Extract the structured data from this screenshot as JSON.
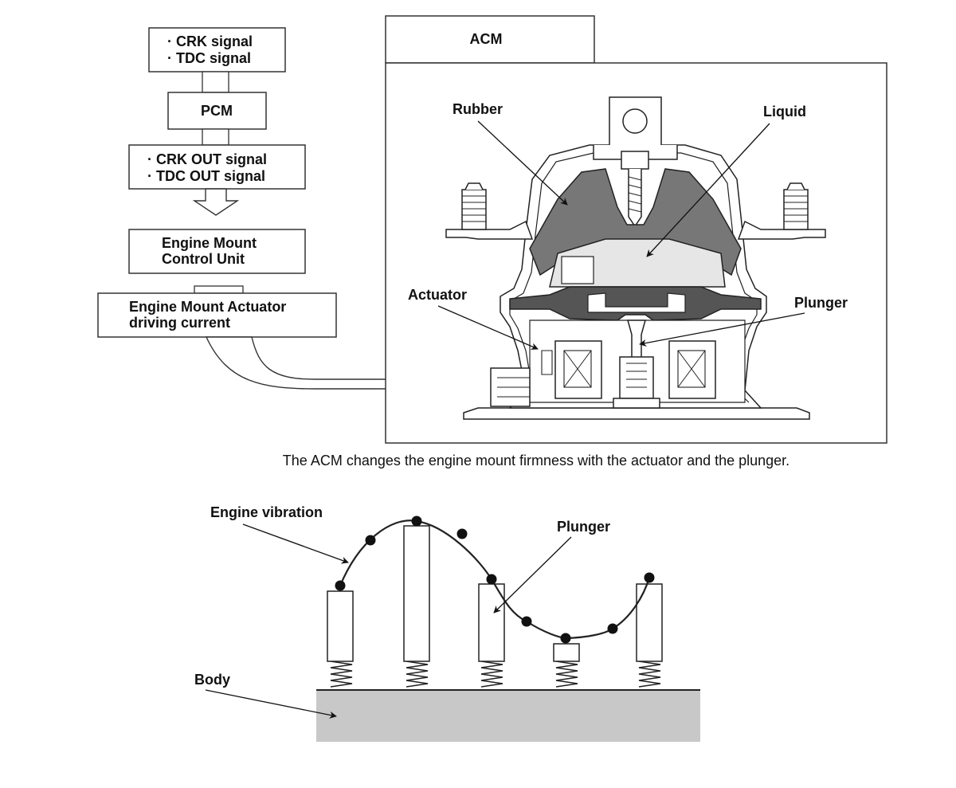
{
  "flowchart": {
    "signals_in": [
      "· CRK signal",
      "· TDC signal"
    ],
    "pcm": "PCM",
    "signals_out": [
      "· CRK OUT signal",
      "· TDC OUT signal"
    ],
    "control_unit": [
      "Engine Mount",
      "Control Unit"
    ],
    "driving_current": [
      "Engine Mount Actuator",
      "driving current"
    ]
  },
  "acm": {
    "tab_label": "ACM",
    "labels": {
      "rubber": "Rubber",
      "liquid": "Liquid",
      "actuator": "Actuator",
      "plunger": "Plunger"
    },
    "colors": {
      "rubber": "#777777",
      "liquid": "#e6e6e6"
    }
  },
  "caption": "The ACM changes the engine mount firmness with the actuator and the plunger.",
  "vibration": {
    "labels": {
      "engine_vibration": "Engine vibration",
      "plunger": "Plunger",
      "body": "Body"
    },
    "colors": {
      "body": "#c8c8c8"
    }
  }
}
